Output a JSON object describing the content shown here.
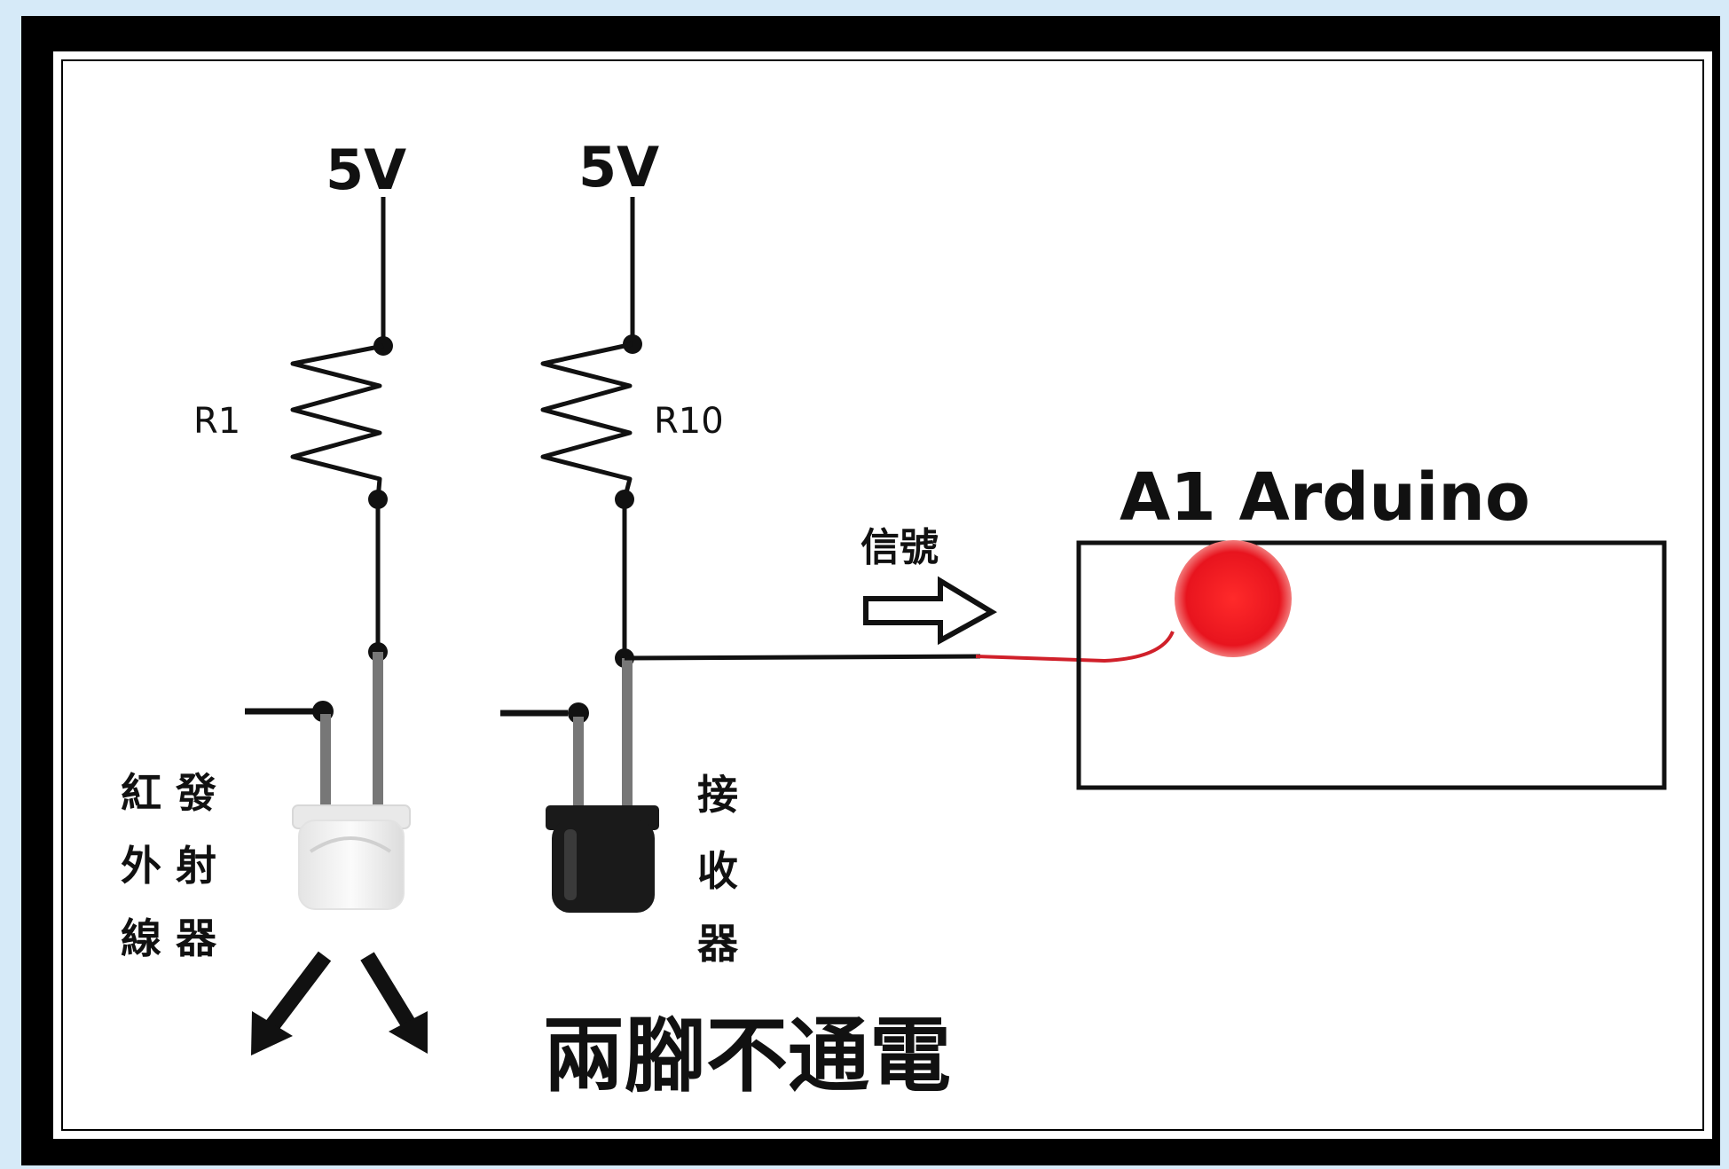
{
  "labels": {
    "vcc_left": "5V",
    "vcc_right": "5V",
    "r_left": "R1",
    "r_right": "R10",
    "arduino": "A1 Arduino",
    "signal": "信號",
    "emitter_line1": "紅 發",
    "emitter_line2": "外 射",
    "emitter_line3": "線 器",
    "receiver_line1": "接",
    "receiver_line2": "收",
    "receiver_line3": "器",
    "bottom_note": "兩腳不通電"
  },
  "colors": {
    "page_background": "#d6eaf8",
    "frame": "#000000",
    "wire": "#111111",
    "arduino_pin": "#e8141e",
    "red_wire": "#d0202a",
    "receiver_body": "#1a1a1a",
    "emitter_body": "#f1f1f1"
  }
}
